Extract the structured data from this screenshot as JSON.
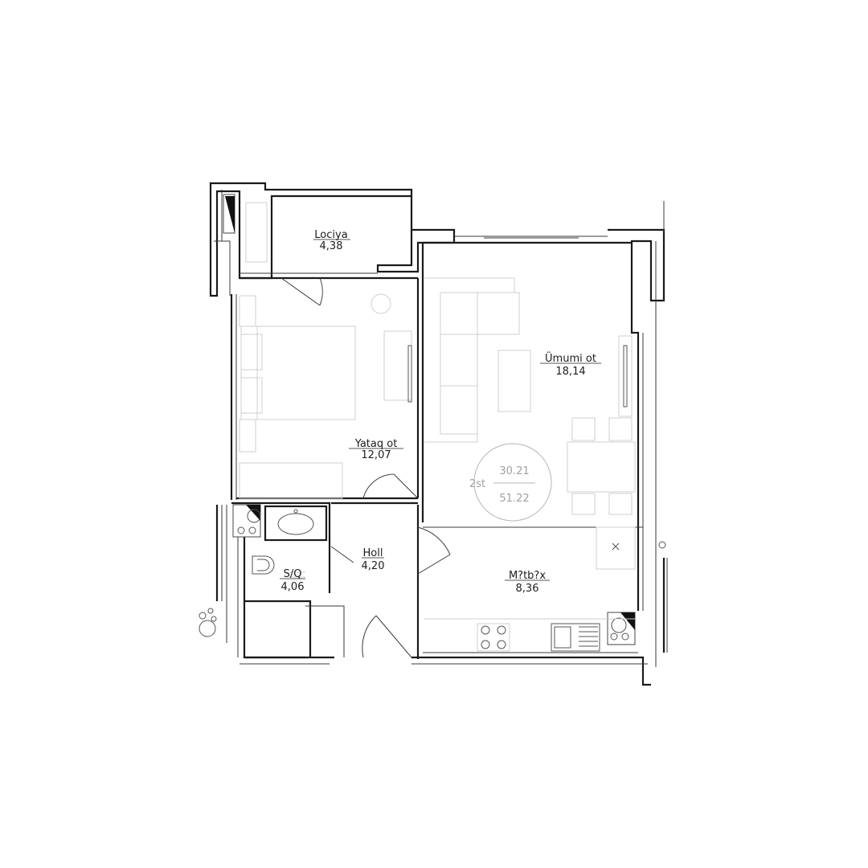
{
  "rooms": [
    {
      "id": "loggia",
      "name": "Lociya",
      "area": "4,38",
      "underline": true
    },
    {
      "id": "bedroom",
      "name": "Yataq ot",
      "area": "12,07",
      "underline": true
    },
    {
      "id": "living",
      "name": "Ümumi ot",
      "area": "18,14",
      "underline": true
    },
    {
      "id": "hall",
      "name": "Holl",
      "area": "4,20",
      "underline": true
    },
    {
      "id": "bathroom",
      "name": "S/Q",
      "area": "4,06",
      "underline": true
    },
    {
      "id": "kitchen",
      "name": "M?tb?x",
      "area": "8,36",
      "underline": true
    }
  ],
  "apartment_badge": {
    "rooms_label": "2st",
    "living_area": "30.21",
    "total_area": "51.22"
  },
  "colors": {
    "wall": "#1a1a1a",
    "furniture": "#cfcfcf",
    "badge": "#a0a0a0"
  }
}
